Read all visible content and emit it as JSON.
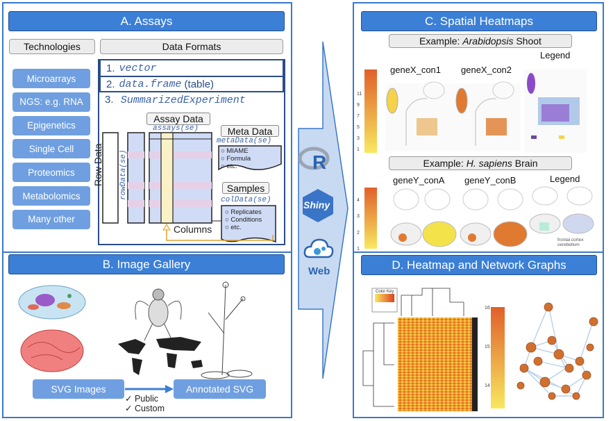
{
  "panels": {
    "a": {
      "title": "A. Assays"
    },
    "b": {
      "title": "B. Image Gallery"
    },
    "c": {
      "title": "C. Spatial Heatmaps"
    },
    "d": {
      "title": "D. Heatmap and Network Graphs"
    }
  },
  "assays": {
    "technologies_header": "Technologies",
    "formats_header": "Data Formats",
    "technologies": [
      "Microarrays",
      "NGS: e.g. RNA",
      "Epigenetics",
      "Single Cell",
      "Proteomics",
      "Metabolomics",
      "Many other"
    ],
    "formats": [
      {
        "num": "1.",
        "code": "vector",
        "suffix": ""
      },
      {
        "num": "2.",
        "code": "data.frame",
        "suffix": "(table)"
      },
      {
        "num": "3.",
        "code": "SummarizedExperiment",
        "suffix": ""
      }
    ],
    "assay_data": {
      "label": "Assay Data",
      "accessor": "assays(se)"
    },
    "row_data": {
      "label": "Row Data",
      "accessor": "rowData(se)"
    },
    "meta_data": {
      "label": "Meta Data",
      "accessor": "metaData(se)",
      "items": [
        "MIAME",
        "Formula",
        "etc."
      ]
    },
    "samples": {
      "label": "Samples",
      "accessor": "colData(se)",
      "items": [
        "Replicates",
        "Conditions",
        "etc."
      ]
    },
    "columns_label": "Columns"
  },
  "gallery": {
    "svg_button": "SVG Images",
    "annotated_button": "Annotated SVG",
    "checks": [
      "✓ Public",
      "✓ Custom"
    ]
  },
  "middle": {
    "r_label": "R",
    "shiny_label": "Shiny",
    "web_label": "Web"
  },
  "spatial": {
    "example1_prefix": "Example: ",
    "example1_italic": "Arabidopsis",
    "example1_suffix": " Shoot",
    "example2_prefix": "Example: ",
    "example2_italic": "H. sapiens",
    "example2_suffix": " Brain",
    "row1_labels": [
      "geneX_con1",
      "geneX_con2",
      "Legend"
    ],
    "row2_labels": [
      "geneY_conA",
      "geneY_conB",
      "Legend"
    ],
    "scale1_ticks": [
      "11",
      "9",
      "7",
      "5",
      "3",
      "1"
    ],
    "scale2_ticks": [
      "4",
      "3",
      "2",
      "1"
    ],
    "legend2_items": [
      "frontal.cortex",
      "cerebellum"
    ]
  },
  "network": {
    "color_key": "Color Key",
    "scale_ticks": [
      "16",
      "15",
      "14"
    ]
  },
  "colors": {
    "accent": "#3b7fd6",
    "tech_button": "#6f9fe0",
    "heat_high": "#e0602a",
    "heat_low": "#f8e860"
  }
}
